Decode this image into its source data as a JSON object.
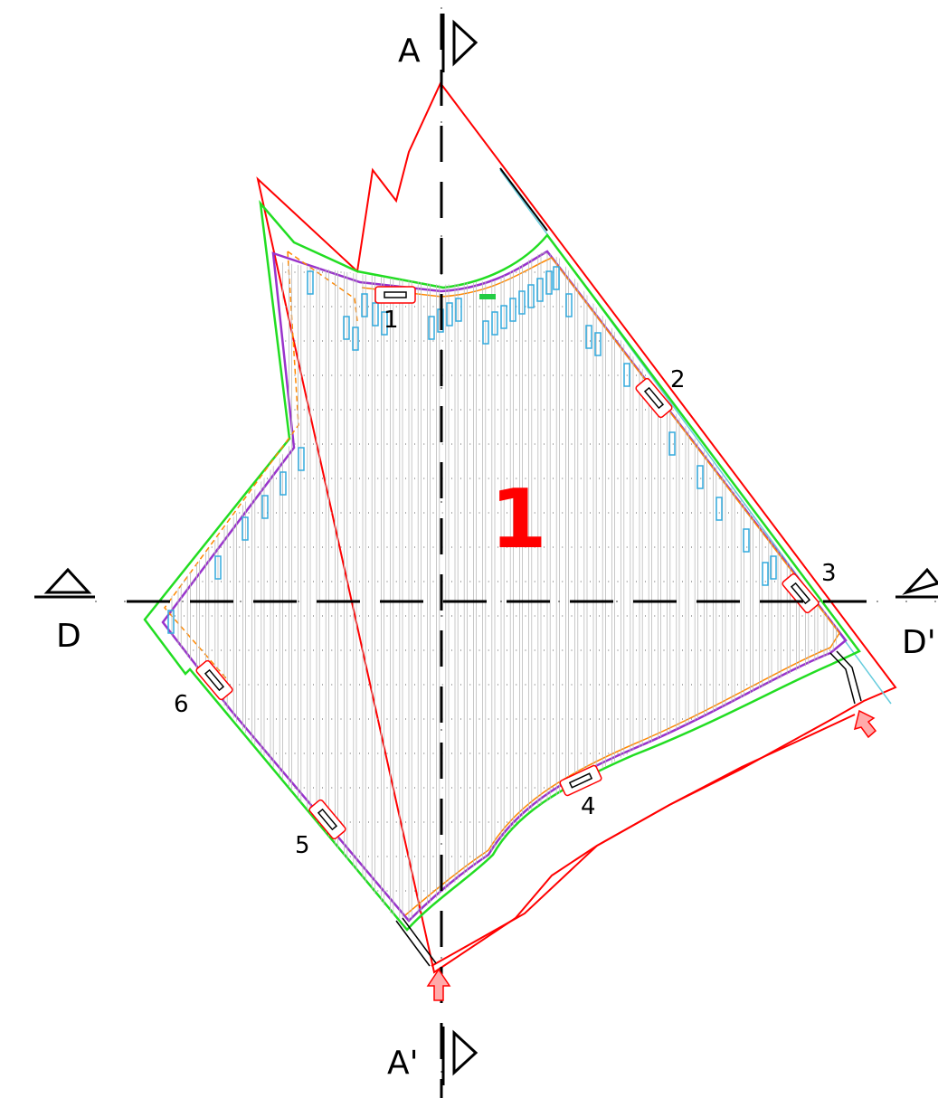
{
  "colors": {
    "boundary": "#ff0000",
    "fence": "#22dd22",
    "road": "#9933cc",
    "setback": "#ff8800",
    "panel_outline": "#bbbbbb",
    "inverter": "#33aadd",
    "axis": "#000000",
    "arrow_fill": "#ffaaaa"
  },
  "sections": {
    "a_top": "A",
    "a_bottom": "A'",
    "d_left": "D",
    "d_right": "D'"
  },
  "zone_label": "1",
  "stations": [
    "1",
    "2",
    "3",
    "4",
    "5",
    "6"
  ],
  "icons": {
    "entrance": "entrance-arrow-icon",
    "section_marker": "section-marker-icon"
  }
}
